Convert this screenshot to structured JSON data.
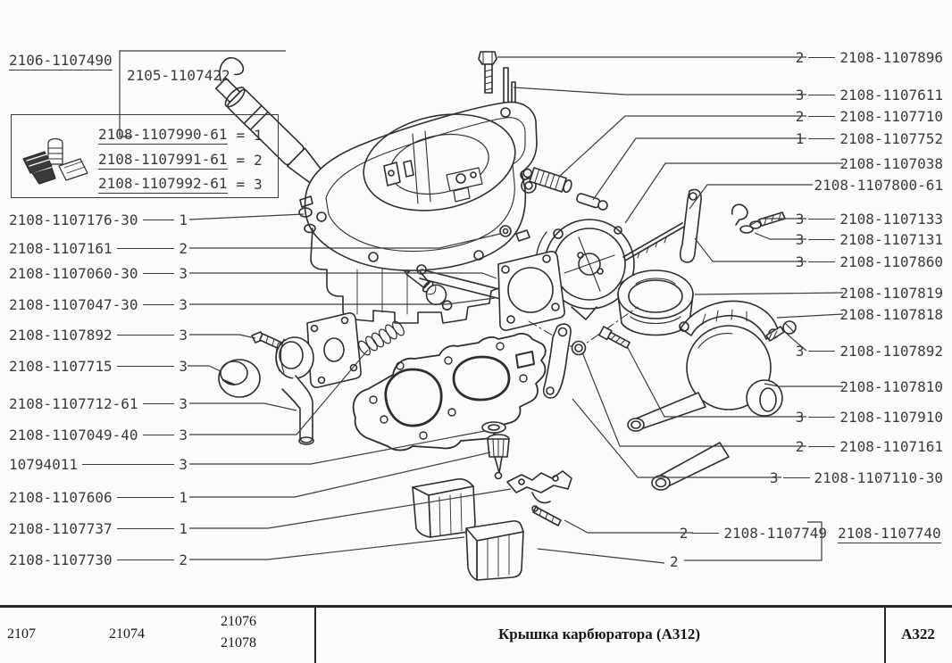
{
  "assembly_labels": {
    "cover_assembly": "2106-1107490",
    "needle_assembly": "2105-1107422",
    "float_assembly": "2108-1107740"
  },
  "legend": {
    "icon": "carburetor-jets-icon",
    "rows": [
      {
        "part": "2108-1107990-61",
        "eq": "=",
        "qty": "1"
      },
      {
        "part": "2108-1107991-61",
        "eq": "=",
        "qty": "2"
      },
      {
        "part": "2108-1107992-61",
        "eq": "=",
        "qty": "3"
      }
    ]
  },
  "left_labels": [
    {
      "part": "2108-1107176-30",
      "qty": "1"
    },
    {
      "part": "2108-1107161",
      "qty": "2"
    },
    {
      "part": "2108-1107060-30",
      "qty": "3"
    },
    {
      "part": "2108-1107047-30",
      "qty": "3"
    },
    {
      "part": "2108-1107892",
      "qty": "3"
    },
    {
      "part": "2108-1107715",
      "qty": "3"
    },
    {
      "part": "2108-1107712-61",
      "qty": "3"
    },
    {
      "part": "2108-1107049-40",
      "qty": "3"
    },
    {
      "part": "10794011",
      "qty": "3"
    },
    {
      "part": "2108-1107606",
      "qty": "1"
    },
    {
      "part": "2108-1107737",
      "qty": "1"
    },
    {
      "part": "2108-1107730",
      "qty": "2"
    }
  ],
  "right_labels": [
    {
      "qty": "2",
      "part": "2108-1107896"
    },
    {
      "qty": "3",
      "part": "2108-1107611"
    },
    {
      "qty": "2",
      "part": "2108-1107710"
    },
    {
      "qty": "1",
      "part": "2108-1107752"
    },
    {
      "qty": "",
      "part": "2108-1107038"
    },
    {
      "qty": "",
      "part": "2108-1107800-61"
    },
    {
      "qty": "3",
      "part": "2108-1107133"
    },
    {
      "qty": "3",
      "part": "2108-1107131"
    },
    {
      "qty": "3",
      "part": "2108-1107860"
    },
    {
      "qty": "",
      "part": "2108-1107819"
    },
    {
      "qty": "",
      "part": "2108-1107818"
    },
    {
      "qty": "3",
      "part": "2108-1107892"
    },
    {
      "qty": "",
      "part": "2108-1107810"
    },
    {
      "qty": "3",
      "part": "2108-1107910"
    },
    {
      "qty": "2",
      "part": "2108-1107161"
    },
    {
      "qty": "3",
      "part": "2108-1107110-30"
    },
    {
      "qty": "2",
      "part": "2108-1107749"
    },
    {
      "qty": "2",
      "part": ""
    }
  ],
  "title_block": {
    "model_1": "2107",
    "model_2": "21074",
    "model_3a": "21076",
    "model_3b": "21078",
    "title": "Крышка карбюратора (А312)",
    "page_code": "А322"
  }
}
